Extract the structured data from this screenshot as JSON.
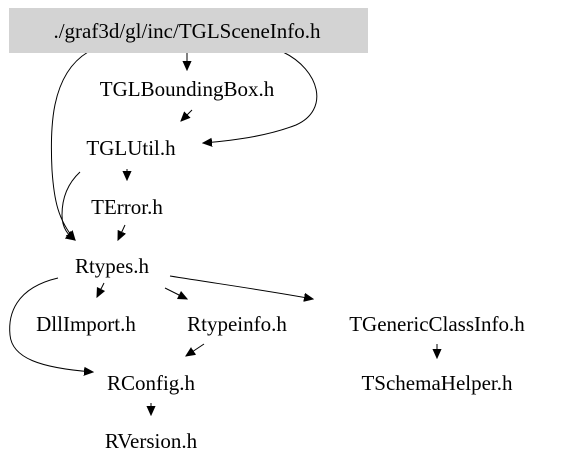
{
  "diagram": {
    "root": {
      "id": "root",
      "label": "./graf3d/gl/inc/TGLSceneInfo.h",
      "highlight_color": "#d3d3d3"
    },
    "nodes": [
      {
        "id": "TGLBoundingBox",
        "label": "TGLBoundingBox.h"
      },
      {
        "id": "TGLUtil",
        "label": "TGLUtil.h"
      },
      {
        "id": "TError",
        "label": "TError.h"
      },
      {
        "id": "Rtypes",
        "label": "Rtypes.h"
      },
      {
        "id": "DllImport",
        "label": "DllImport.h"
      },
      {
        "id": "Rtypeinfo",
        "label": "Rtypeinfo.h"
      },
      {
        "id": "TGenericClassInfo",
        "label": "TGenericClassInfo.h"
      },
      {
        "id": "RConfig",
        "label": "RConfig.h"
      },
      {
        "id": "TSchemaHelper",
        "label": "TSchemaHelper.h"
      },
      {
        "id": "RVersion",
        "label": "RVersion.h"
      }
    ],
    "edges": [
      {
        "from": "root",
        "to": "TGLBoundingBox"
      },
      {
        "from": "root",
        "to": "TGLUtil"
      },
      {
        "from": "root",
        "to": "Rtypes"
      },
      {
        "from": "TGLBoundingBox",
        "to": "TGLUtil"
      },
      {
        "from": "TGLUtil",
        "to": "TError"
      },
      {
        "from": "TGLUtil",
        "to": "Rtypes"
      },
      {
        "from": "TError",
        "to": "Rtypes"
      },
      {
        "from": "Rtypes",
        "to": "DllImport"
      },
      {
        "from": "Rtypes",
        "to": "Rtypeinfo"
      },
      {
        "from": "Rtypes",
        "to": "TGenericClassInfo"
      },
      {
        "from": "Rtypes",
        "to": "RConfig"
      },
      {
        "from": "Rtypeinfo",
        "to": "RConfig"
      },
      {
        "from": "TGenericClassInfo",
        "to": "TSchemaHelper"
      },
      {
        "from": "RConfig",
        "to": "RVersion"
      }
    ]
  }
}
